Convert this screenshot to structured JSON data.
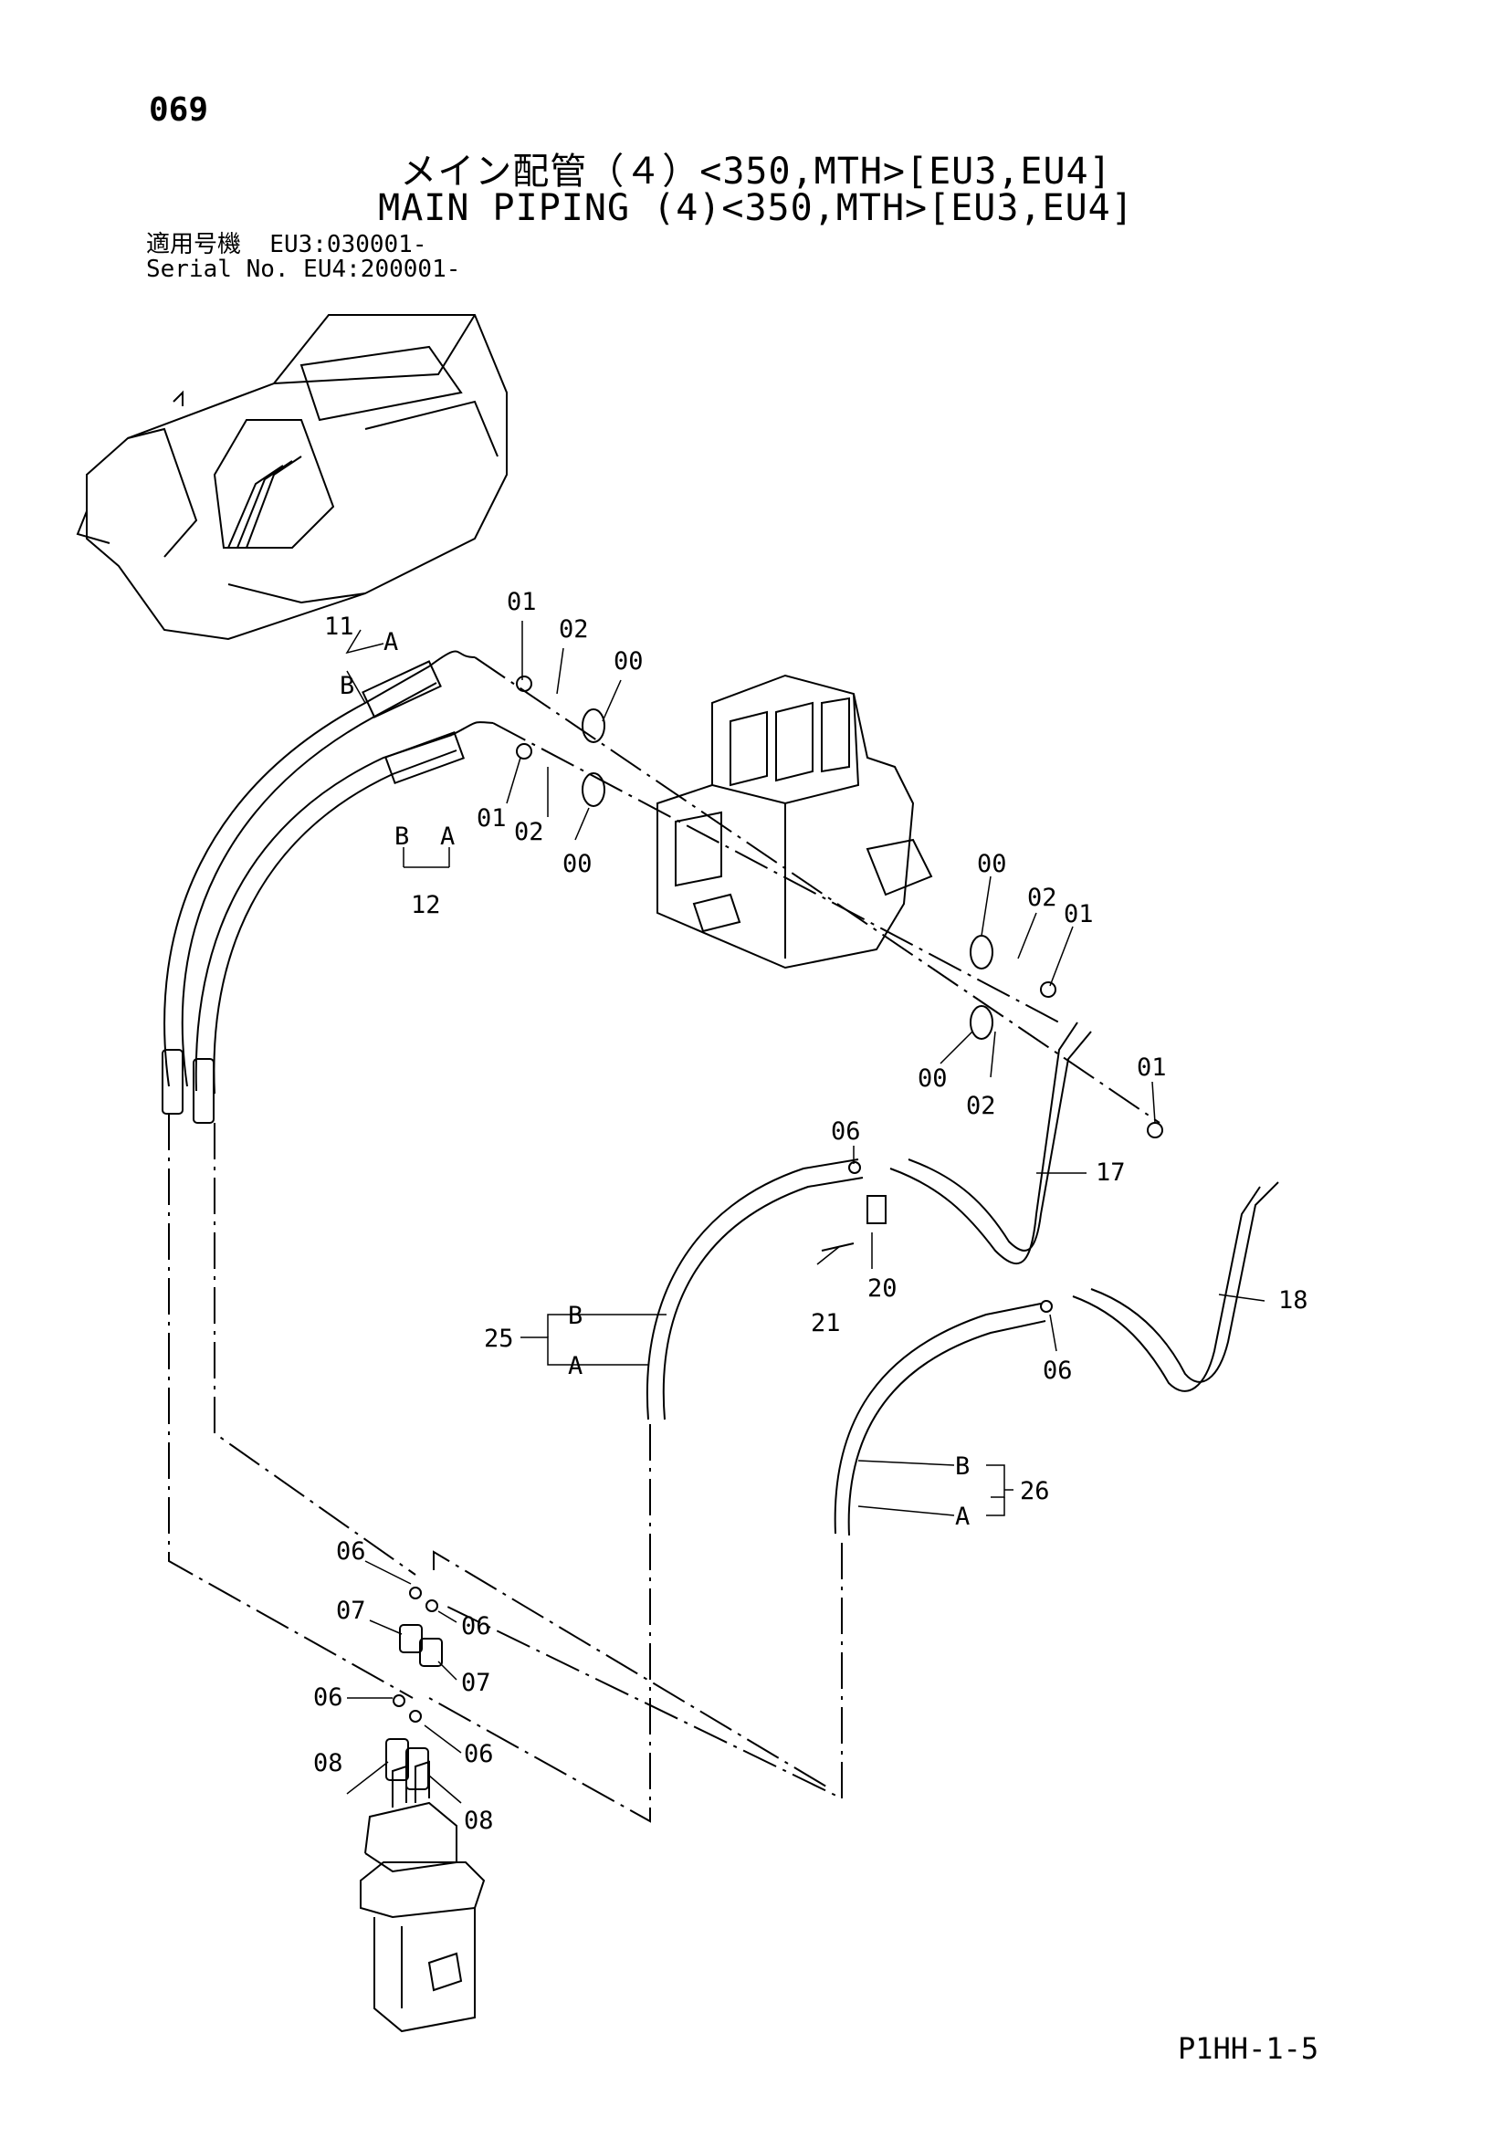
{
  "page_number": "069",
  "title_jp": "メイン配管（４）<350,MTH>[EU3,EU4]",
  "title_en": "MAIN PIPING (4)<350,MTH>[EU3,EU4]",
  "serial_line1": "適用号機  EU3:030001-",
  "serial_line2": "Serial No. EU4:200001-",
  "footer_code": "P1HH-1-5",
  "callouts": {
    "c11": "11",
    "c12": "12",
    "c17": "17",
    "c18": "18",
    "c20": "20",
    "c21": "21",
    "c25": "25",
    "c26": "26",
    "a": "A",
    "b": "B",
    "p00": "00",
    "p01": "01",
    "p02": "02",
    "p06": "06",
    "p07": "07",
    "p08": "08"
  }
}
